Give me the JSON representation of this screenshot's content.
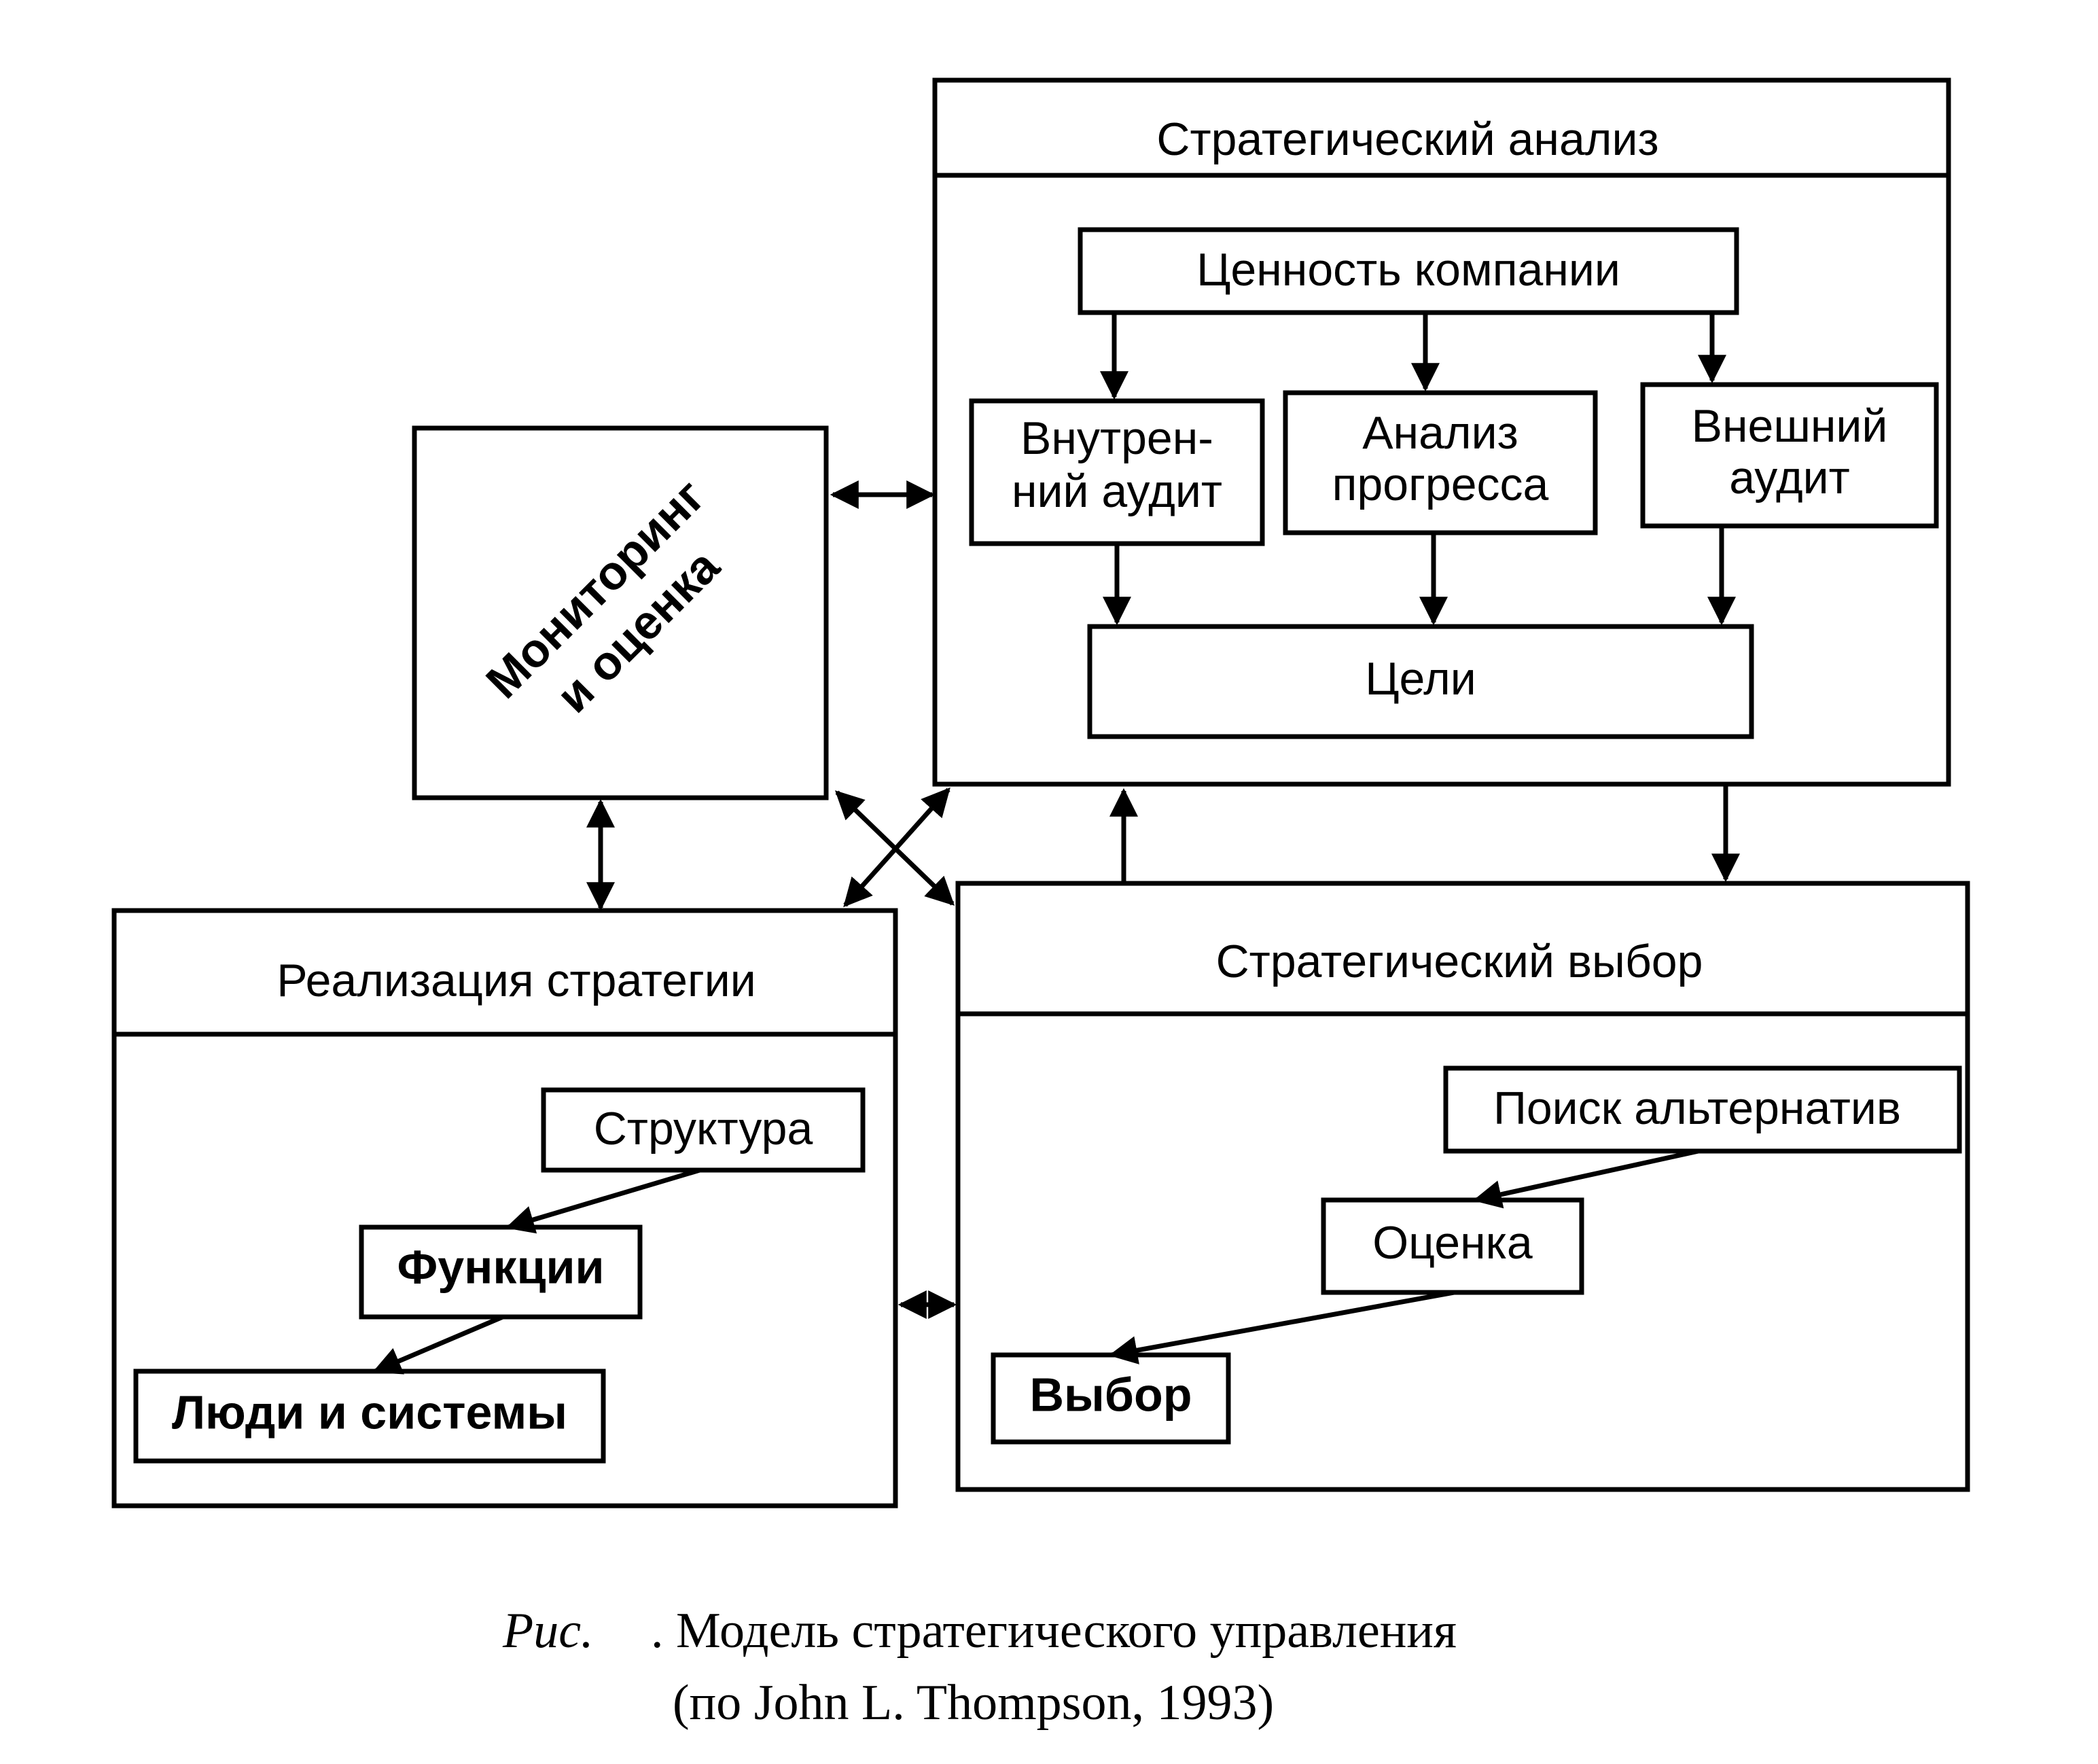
{
  "analysis": {
    "title": "Стратегический анализ",
    "value": "Ценность компании",
    "internal_audit_line1": "Внутрен-",
    "internal_audit_line2": "ний аудит",
    "progress_line1": "Анализ",
    "progress_line2": "прогресса",
    "external_audit_line1": "Внешний",
    "external_audit_line2": "аудит",
    "goals": "Цели"
  },
  "monitoring": {
    "line1": "Мониторинг",
    "line2": "и оценка"
  },
  "implementation": {
    "title": "Реализация стратегии",
    "structure": "Структура",
    "functions": "Функции",
    "people": "Люди и системы"
  },
  "choice": {
    "title": "Стратегический выбор",
    "search": "Поиск альтернатив",
    "evaluation": "Оценка",
    "selection": "Выбор"
  },
  "caption": {
    "prefix": "Рис.",
    "line1": ". Модель стратегического управления",
    "line2": "(по John L. Thompson, 1993)"
  },
  "colors": {
    "ink": "#000000",
    "paper": "#ffffff"
  }
}
